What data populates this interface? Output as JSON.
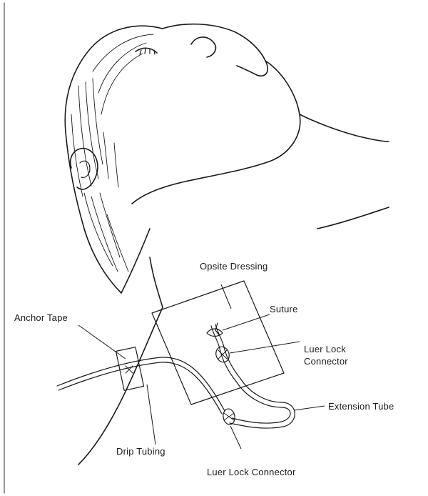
{
  "figure": {
    "labels": {
      "opsite_dressing": "Opsite Dressing",
      "suture": "Suture",
      "luer_lock_connector_upper_line1": "Luer Lock",
      "luer_lock_connector_upper_line2": "Connector",
      "anchor_tape": "Anchor Tape",
      "extension_tube": "Extension Tube",
      "drip_tubing": "Drip Tubing",
      "luer_lock_connector_lower": "Luer Lock Connector"
    }
  }
}
